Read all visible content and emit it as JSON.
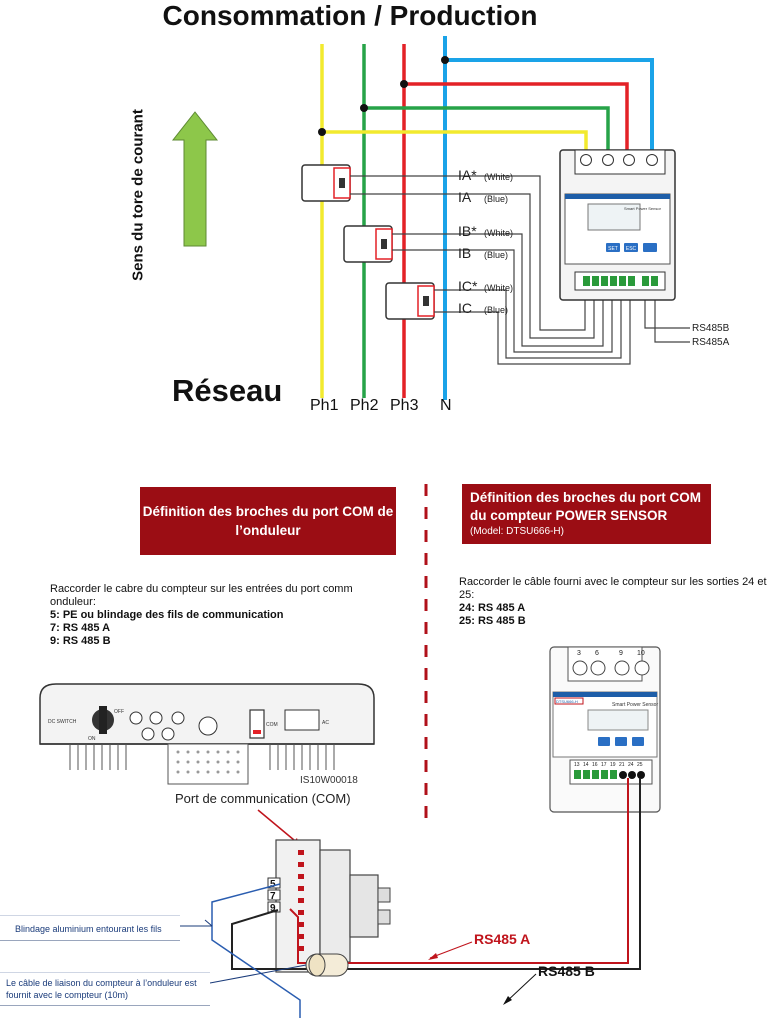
{
  "diagram": {
    "title": "Consommation / Production",
    "current_direction_label": "Sens du tore de courant",
    "grid_label": "Réseau",
    "phases": [
      "Ph1",
      "Ph2",
      "Ph3",
      "N"
    ],
    "ct_terminals": [
      {
        "name": "IA*",
        "wire": "(White)"
      },
      {
        "name": "IA",
        "wire": "(Blue)"
      },
      {
        "name": "IB*",
        "wire": "(White)"
      },
      {
        "name": "IB",
        "wire": "(Blue)"
      },
      {
        "name": "IC*",
        "wire": "(White)"
      },
      {
        "name": "IC",
        "wire": "(Blue)"
      }
    ],
    "meter_panel_label": "Smart Power Sensor",
    "meter_buttons": [
      "SET",
      "ESC"
    ],
    "rs485_outputs": [
      "RS485B",
      "RS485A"
    ],
    "colors": {
      "ph1": "#f2ea2e",
      "ph2": "#27a348",
      "ph3": "#e32127",
      "neutral": "#1aa3e8",
      "arrow": "#8dc74a",
      "banner": "#9b0d14"
    }
  },
  "inverter_section": {
    "banner_title": "Définition des broches du port COM de l’onduleur",
    "instruction": "Raccorder le cabre du compteur sur les entrées du port comm onduleur:",
    "pins": [
      "5: PE ou blindage des fils de communication",
      "7: RS 485 A",
      "9: RS 485 B"
    ],
    "image_code": "IS10W00018",
    "port_label": "Port de communication (COM)",
    "connector_pins": [
      "5",
      "7",
      "9"
    ],
    "panel_labels": {
      "dc_switch": "DC SWITCH",
      "off": "OFF",
      "on": "ON",
      "com": "COM",
      "ac": "AC"
    }
  },
  "meter_section": {
    "banner_title": "Définition des broches du port COM du compteur POWER SENSOR",
    "model": "(Model: DTSU666-H)",
    "instruction": "Raccorder le câble fourni avec le compteur sur les sorties 24 et 25:",
    "pins": [
      "24: RS 485 A",
      "25: RS 485 B"
    ],
    "top_terminals": [
      "3",
      "6",
      "9",
      "10"
    ],
    "bottom_terminals": [
      "13",
      "14",
      "16",
      "17",
      "19",
      "21",
      "24",
      "25"
    ],
    "device_label": "Smart Power Sensor",
    "model_tag": "DTSU666-H"
  },
  "wiring": {
    "shield_note": "Blindage aluminium entourant les fils",
    "cable_note": "Le câble de liaison du compteur à l’onduleur est fournit avec le compteur (10m)",
    "rs485a_label": "RS485 A",
    "rs485b_label": "RS485 B"
  }
}
